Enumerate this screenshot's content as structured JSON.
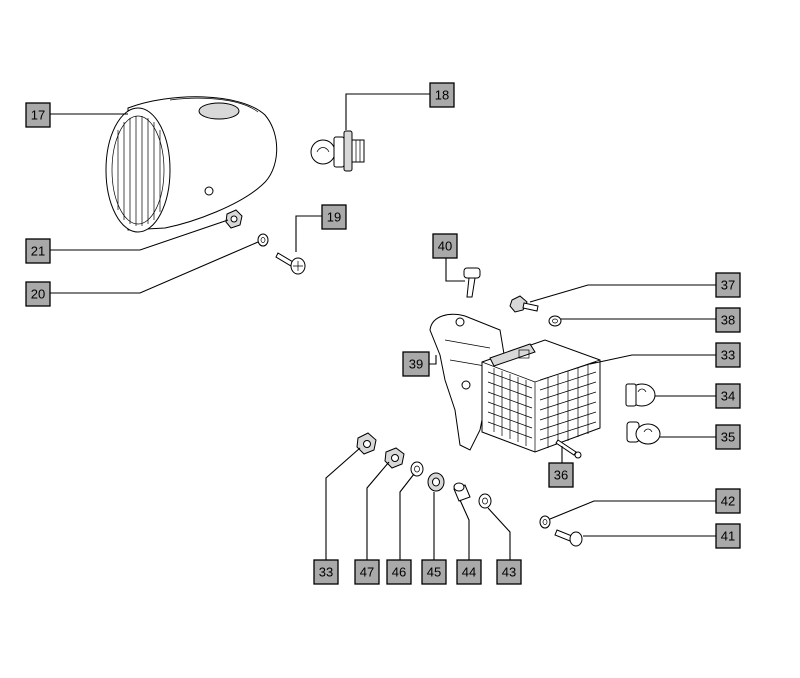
{
  "labels": {
    "l17": "17",
    "l18": "18",
    "l19": "19",
    "l20": "20",
    "l21": "21",
    "l40": "40",
    "l37": "37",
    "l38": "38",
    "l33a": "33",
    "l39": "39",
    "l34": "34",
    "l35": "35",
    "l36": "36",
    "l42": "42",
    "l41": "41",
    "l33b": "33",
    "l47": "47",
    "l46": "46",
    "l45": "45",
    "l44": "44",
    "l43": "43"
  }
}
